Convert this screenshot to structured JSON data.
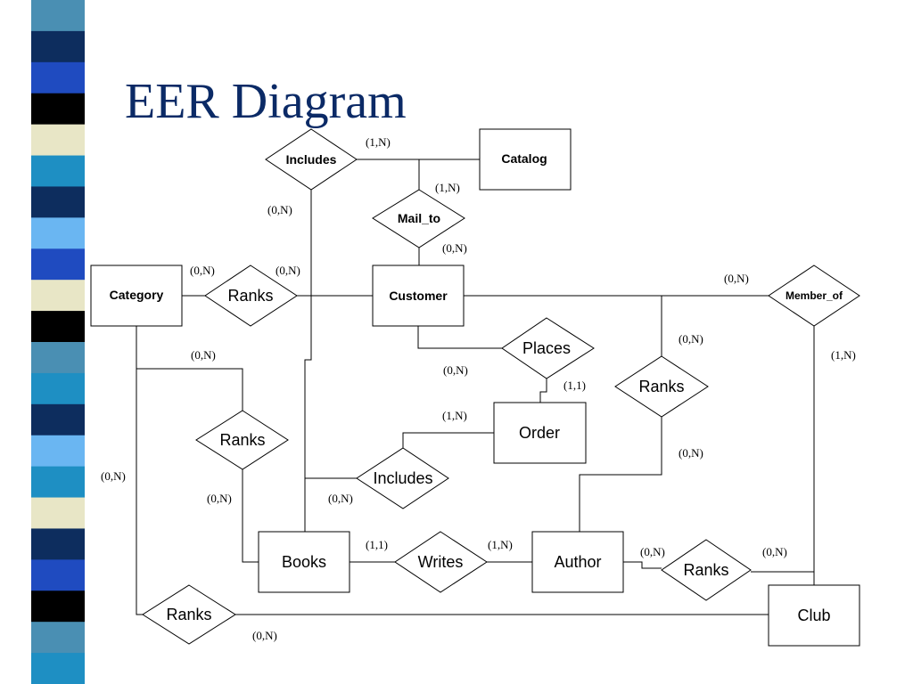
{
  "slide": {
    "title": "EER Diagram"
  },
  "decoration": {
    "strip_colors": [
      "#4a8fb3",
      "#0d2d5e",
      "#1f4bc0",
      "#000000",
      "#e8e6c6",
      "#1e8fc3",
      "#0d2d5e",
      "#6ab6f2",
      "#1f4bc0",
      "#e8e6c6",
      "#000000",
      "#4a8fb3",
      "#1e8fc3",
      "#0d2d5e",
      "#6ab6f2",
      "#1e8fc3",
      "#e8e6c6",
      "#0d2d5e",
      "#1f4bc0",
      "#000000",
      "#4a8fb3",
      "#1e8fc3"
    ]
  },
  "diagram": {
    "entities": {
      "catalog": "Catalog",
      "category": "Category",
      "customer": "Customer",
      "order": "Order",
      "books": "Books",
      "author": "Author",
      "club": "Club"
    },
    "relationships": {
      "includes_top": "Includes",
      "mail_to": "Mail_to",
      "ranks_category": "Ranks",
      "member_of": "Member_of",
      "places": "Places",
      "ranks_customer": "Ranks",
      "ranks_books": "Ranks",
      "includes_order": "Includes",
      "writes": "Writes",
      "ranks_club": "Ranks",
      "ranks_bottom": "Ranks"
    },
    "cardinalities": {
      "c1": "(1,N)",
      "c2": "(1,N)",
      "c3": "(0,N)",
      "c4": "(0,N)",
      "c5": "(0,N)",
      "c6": "(0,N)",
      "c7": "(0,N)",
      "c8": "(0,N)",
      "c9": "(0,N)",
      "c10": "(1,N)",
      "c11": "(0,N)",
      "c12": "(1,1)",
      "c13": "(1,N)",
      "c14": "(0,N)",
      "c15": "(0,N)",
      "c16": "(0,N)",
      "c17": "(0,N)",
      "c18": "(1,1)",
      "c19": "(1,N)",
      "c20": "(0,N)",
      "c21": "(0,N)",
      "c22": "(0,N)"
    }
  }
}
